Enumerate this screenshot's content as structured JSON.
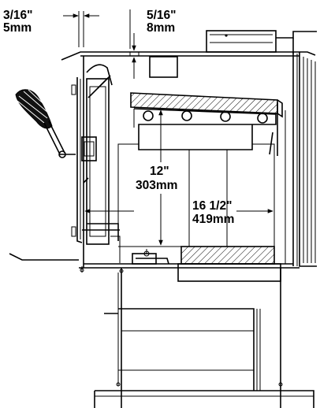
{
  "dimensions": {
    "door_gap": {
      "imperial": "3/16\"",
      "metric": "5mm"
    },
    "top_gap": {
      "imperial": "5/16\"",
      "metric": "8mm"
    },
    "firebox_height": {
      "imperial": "12\"",
      "metric": "303mm"
    },
    "firebox_depth": {
      "imperial": "16 1/2\"",
      "metric": "419mm"
    }
  },
  "colors": {
    "line": "#000000",
    "background": "#ffffff"
  }
}
